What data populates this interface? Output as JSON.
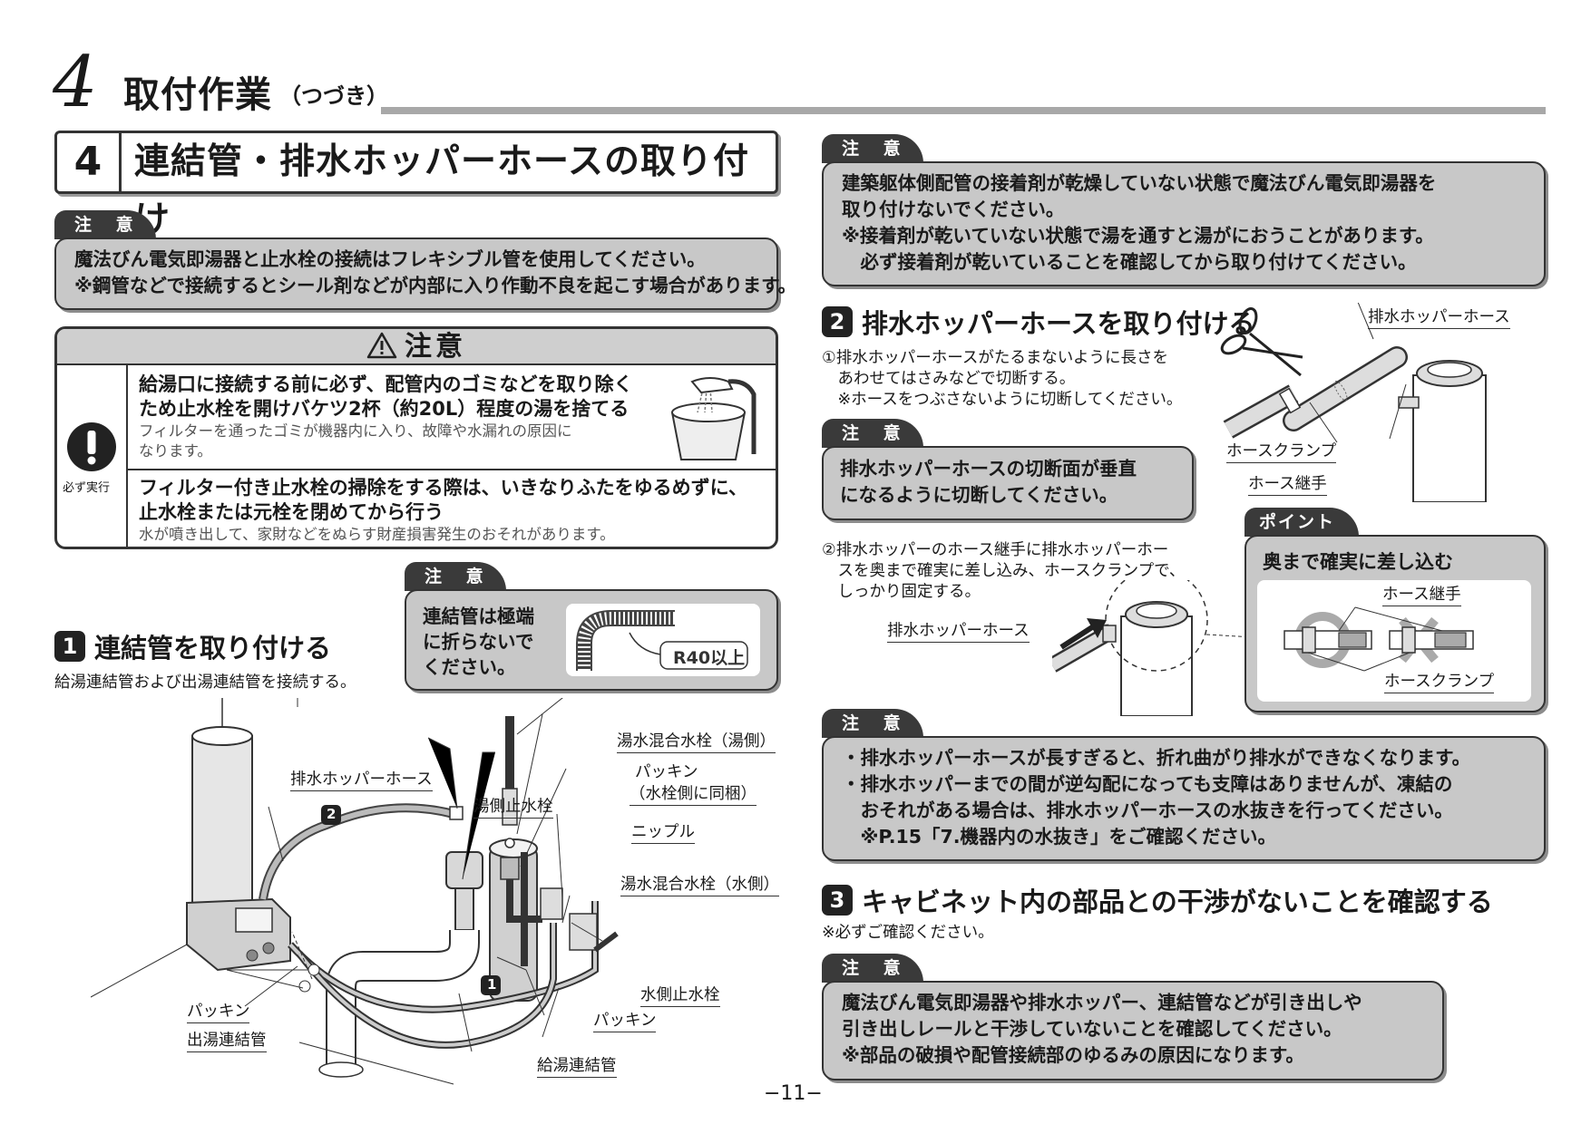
{
  "chapter": {
    "number": "4",
    "title": "取付作業",
    "subtitle": "（つづき）"
  },
  "section": {
    "number": "4",
    "title": "連結管・排水ホッパーホースの取り付け"
  },
  "caution_tab_label": "注 意",
  "point_tab_label": "ポイント",
  "caution1": {
    "lines": [
      "魔法びん電気即湯器と止水栓の接続はフレキシブル管を使用してください。",
      "※鋼管などで接続するとシール剤などが内部に入り作動不良を起こす場合があります。"
    ]
  },
  "warning": {
    "header": "注意",
    "must_label": "必ず実行",
    "item1": {
      "bold_lines": [
        "給湯口に接続する前に必ず、配管内のゴミなどを取り除く",
        "ため止水栓を開けバケツ2杯（約20L）程度の湯を捨てる"
      ],
      "small_lines": [
        "フィルターを通ったゴミが機器内に入り、故障や水漏れの原因に",
        "なります。"
      ]
    },
    "item2": {
      "bold_lines": [
        "フィルター付き止水栓の掃除をする際は、いきなりふたをゆるめずに、",
        "止水栓または元栓を閉めてから行う"
      ],
      "small_lines": [
        "水が噴き出して、家財などをぬらす財産損害発生のおそれがあります。"
      ]
    }
  },
  "caution_bend": {
    "lines": [
      "連結管は極端",
      "に折らないで",
      "ください。"
    ],
    "radius_label": "R40以上"
  },
  "step1": {
    "badge": "1",
    "title": "連結管を取り付ける",
    "desc": "給湯連結管および出湯連結管を接続する。",
    "labels": {
      "mix_hot": "湯水混合水栓（湯側）",
      "hopper_hose": "排水ホッパーホース",
      "packing": "パッキン",
      "packing_note": "（水栓側に同梱）",
      "hot_valve": "湯側止水栓",
      "nipple": "ニップル",
      "mix_water": "湯水混合水栓（水側）",
      "water_valve": "水側止水栓",
      "packing_left": "パッキン",
      "packing_right": "パッキン",
      "outlet_pipe": "出湯連結管",
      "supply_pipe": "給湯連結管",
      "marker1": "1",
      "marker2": "2"
    }
  },
  "caution_right_top": {
    "lines": [
      "建築躯体側配管の接着剤が乾燥していない状態で魔法びん電気即湯器を",
      "取り付けないでください。",
      "※接着剤が乾いていない状態で湯を通すと湯がにおうことがあります。",
      "　必ず接着剤が乾いていることを確認してから取り付けてください。"
    ]
  },
  "step2": {
    "badge": "2",
    "title": "排水ホッパーホースを取り付ける",
    "instr1": [
      "①排水ホッパーホースがたるまないように長さを",
      "　あわせてはさみなどで切断する。",
      "　※ホースをつぶさないように切断してください。"
    ],
    "caution": [
      "排水ホッパーホースの切断面が垂直",
      "になるように切断してください。"
    ],
    "instr2": [
      "②排水ホッパーのホース継手に排水ホッパーホー",
      "　スを奥まで確実に差し込み、ホースクランプで、",
      "　しっかり固定する。"
    ],
    "labels": {
      "hose_top": "排水ホッパーホース",
      "clamp": "ホースクランプ",
      "joint": "ホース継手",
      "hose_bottom": "排水ホッパーホース"
    },
    "point": {
      "title": "奥まで確実に差し込む",
      "joint": "ホース継手",
      "clamp": "ホースクランプ"
    }
  },
  "caution_hose": {
    "lines": [
      "・排水ホッパーホースが長すぎると、折れ曲がり排水ができなくなります。",
      "・排水ホッパーまでの間が逆勾配になっても支障はありませんが、凍結の",
      "　おそれがある場合は、排水ホッパーホースの水抜きを行ってください。",
      "　※P.15「7.機器内の水抜き」をご確認ください。"
    ]
  },
  "step3": {
    "badge": "3",
    "title": "キャビネット内の部品との干渉がないことを確認する",
    "note": "※必ずご確認ください。",
    "caution": [
      "魔法びん電気即湯器や排水ホッパー、連結管などが引き出しや",
      "引き出しレールと干渉していないことを確認してください。",
      "※部品の破損や配管接続部のゆるみの原因になります。"
    ]
  },
  "page_number": "−11−"
}
